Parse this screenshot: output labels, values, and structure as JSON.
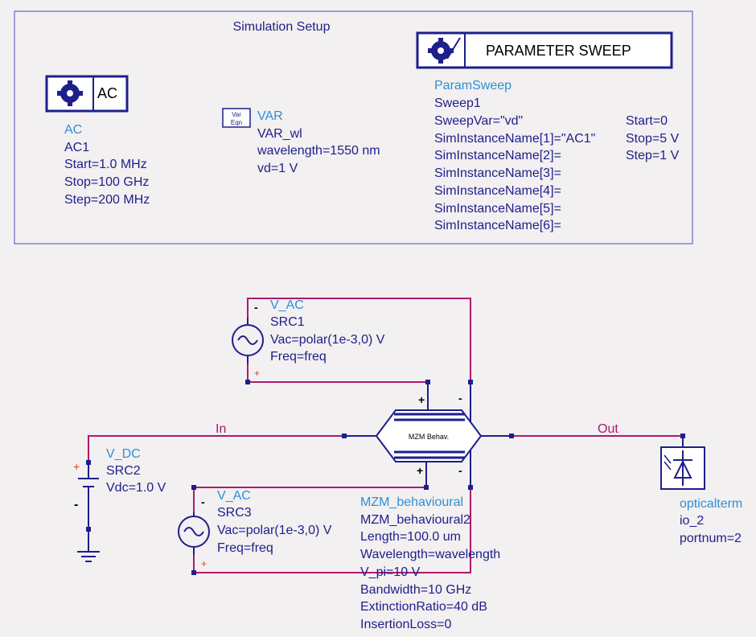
{
  "colors": {
    "background": "#f2f0f0",
    "wire": "#b0186e",
    "component": "#1e1e8c",
    "name_text": "#2e8fd6"
  },
  "sim_setup": {
    "title": "Simulation Setup"
  },
  "ac": {
    "icon_label": "AC",
    "type": "AC",
    "name": "AC1",
    "params": [
      "Start=1.0 MHz",
      "Stop=100 GHz",
      "Step=200 MHz"
    ]
  },
  "var": {
    "icon_line1": "Var",
    "icon_line2": "Eqn",
    "type": "VAR",
    "name": "VAR_wl",
    "params": [
      "wavelength=1550 nm",
      "vd=1 V"
    ]
  },
  "sweep": {
    "header": "PARAMETER SWEEP",
    "type": "ParamSweep",
    "name": "Sweep1",
    "params": [
      "SweepVar=\"vd\"",
      "SimInstanceName[1]=\"AC1\"",
      "SimInstanceName[2]=",
      "SimInstanceName[3]=",
      "SimInstanceName[4]=",
      "SimInstanceName[5]=",
      "SimInstanceName[6]="
    ],
    "range": [
      "Start=0",
      "Stop=5 V",
      "Step=1 V"
    ]
  },
  "src1": {
    "type": "V_AC",
    "name": "SRC1",
    "params": [
      "Vac=polar(1e-3,0) V",
      "Freq=freq"
    ],
    "plus": "+",
    "minus": "-"
  },
  "src2": {
    "type": "V_DC",
    "name": "SRC2",
    "params": [
      "Vdc=1.0 V"
    ],
    "plus": "+",
    "minus": "-"
  },
  "src3": {
    "type": "V_AC",
    "name": "SRC3",
    "params": [
      "Vac=polar(1e-3,0) V",
      "Freq=freq"
    ],
    "plus": "+",
    "minus": "-"
  },
  "mzm": {
    "symbol_label": "MZM Behav.",
    "type": "MZM_behavioural",
    "name": "MZM_behavioural2",
    "params": [
      "Length=100.0 um",
      "Wavelength=wavelength",
      "V_pi=10 V",
      "Bandwidth=10 GHz",
      "ExtinctionRatio=40 dB",
      "InsertionLoss=0"
    ],
    "pin_top_plus": "+",
    "pin_top_minus": "-",
    "pin_bot_plus": "+",
    "pin_bot_minus": "-"
  },
  "term": {
    "type": "opticalterm",
    "name": "io_2",
    "params": [
      "portnum=2"
    ]
  },
  "nets": {
    "in": "In",
    "out": "Out"
  }
}
